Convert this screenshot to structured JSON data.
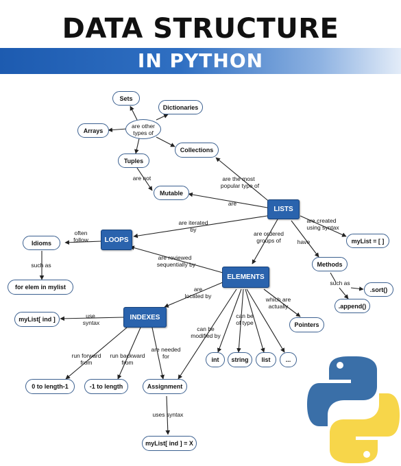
{
  "header": {
    "title": "DATA STRUCTURE",
    "subtitle": "IN PYTHON"
  },
  "nodes": {
    "sets": "Sets",
    "dictionaries": "Dictionaries",
    "arrays": "Arrays",
    "other_types": "are other types of",
    "collections": "Collections",
    "tuples": "Tuples",
    "mutable": "Mutable",
    "lists": "LISTS",
    "loops": "LOOPS",
    "idioms": "Idioms",
    "for_elem": "for elem in mylist",
    "mylist_empty": "myList = [ ]",
    "methods": "Methods",
    "sort": ".sort()",
    "append": ".append()",
    "elements": "ELEMENTS",
    "pointers": "Pointers",
    "indexes": "INDEXES",
    "mylist_ind": "myList[ ind ]",
    "int": "int",
    "string": "string",
    "list": "list",
    "ellipsis": "...",
    "zero_to_len": "0 to length-1",
    "neg_one_to_len": "-1 to length",
    "assignment": "Assignment",
    "mylist_ind_eq_x": "myList[ ind ] = X"
  },
  "labels": {
    "are_not": "are not",
    "most_popular_1": "are the most",
    "most_popular_2": "popular type of",
    "are": "are",
    "are_iterated_1": "are iterated",
    "are_iterated_2": "by",
    "created_1": "are created",
    "created_2": "using syntax",
    "often_follow_1": "often",
    "often_follow_2": "follow",
    "ordered_1": "are ordered",
    "ordered_2": "groups of",
    "have": "have",
    "such_as_1": "such as",
    "such_as_2": "such as",
    "reviewed_1": "are reviewed",
    "reviewed_2": "sequentially by",
    "located_1": "are",
    "located_2": "located by",
    "actually_1": "which are",
    "actually_2": "actually",
    "use_syntax_1": "use",
    "use_syntax_2": "syntax",
    "modified_1": "can be",
    "modified_2": "modified by",
    "of_type_1": "can be",
    "of_type_2": "of type",
    "forward_1": "run forward",
    "forward_2": "from",
    "backward_1": "run backward",
    "backward_2": "from",
    "needed_1": "are needed",
    "needed_2": "for",
    "uses_syntax": "uses syntax"
  },
  "colors": {
    "accent": "#2a63ad",
    "edge": "#222222",
    "python_blue": "#3a6fa8",
    "python_yellow": "#f7d64a"
  },
  "icons": [
    "python-logo"
  ]
}
